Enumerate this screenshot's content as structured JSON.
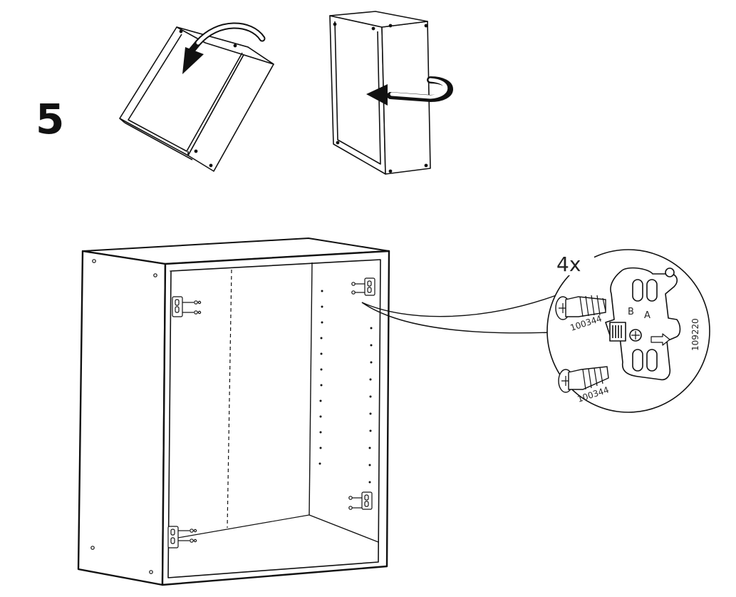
{
  "step": {
    "number": "5"
  },
  "detail": {
    "quantity": "4x",
    "screw_code_top": "100344",
    "screw_code_bottom": "100344",
    "hinge_plate_code": "109220",
    "label_b": "B",
    "label_a": "A"
  }
}
